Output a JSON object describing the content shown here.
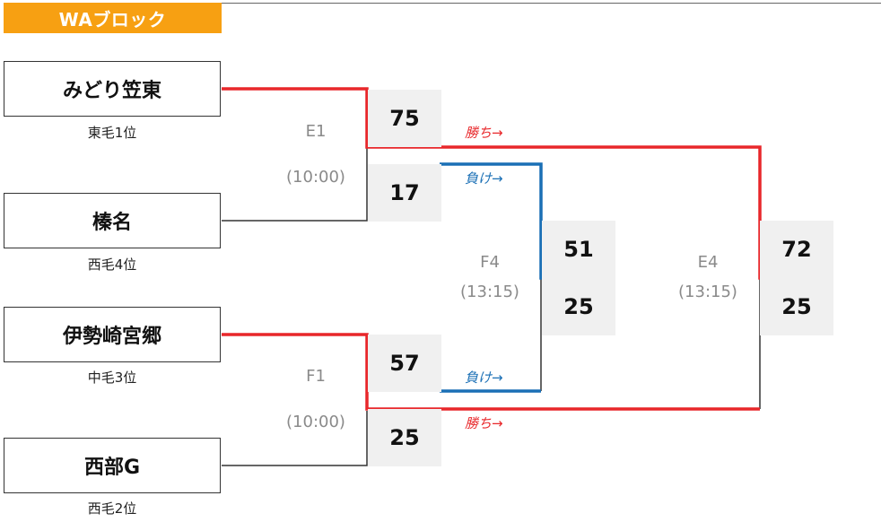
{
  "block": {
    "title": "WAブロック"
  },
  "teams": [
    {
      "name": "みどり笠東",
      "sub": "東毛1位"
    },
    {
      "name": "榛名",
      "sub": "西毛4位"
    },
    {
      "name": "伊勢崎宮郷",
      "sub": "中毛3位"
    },
    {
      "name": "西部G",
      "sub": "西毛2位"
    }
  ],
  "matches": {
    "e1": {
      "id": "E1",
      "time": "(10:00)",
      "score_top": "75",
      "score_bottom": "17"
    },
    "f1": {
      "id": "F1",
      "time": "(10:00)",
      "score_top": "57",
      "score_bottom": "25"
    },
    "f4": {
      "id": "F4",
      "time": "(13:15)",
      "score_top": "51",
      "score_bottom": "25"
    },
    "e4": {
      "id": "E4",
      "time": "(13:15)",
      "score_top": "72",
      "score_bottom": "25"
    }
  },
  "notes": {
    "win": "勝ち→",
    "lose": "負け→"
  },
  "colors": {
    "win_line": "#e8272a",
    "lose_line": "#1a6fb5",
    "base_line": "#333333",
    "tag": "#f7a012"
  }
}
